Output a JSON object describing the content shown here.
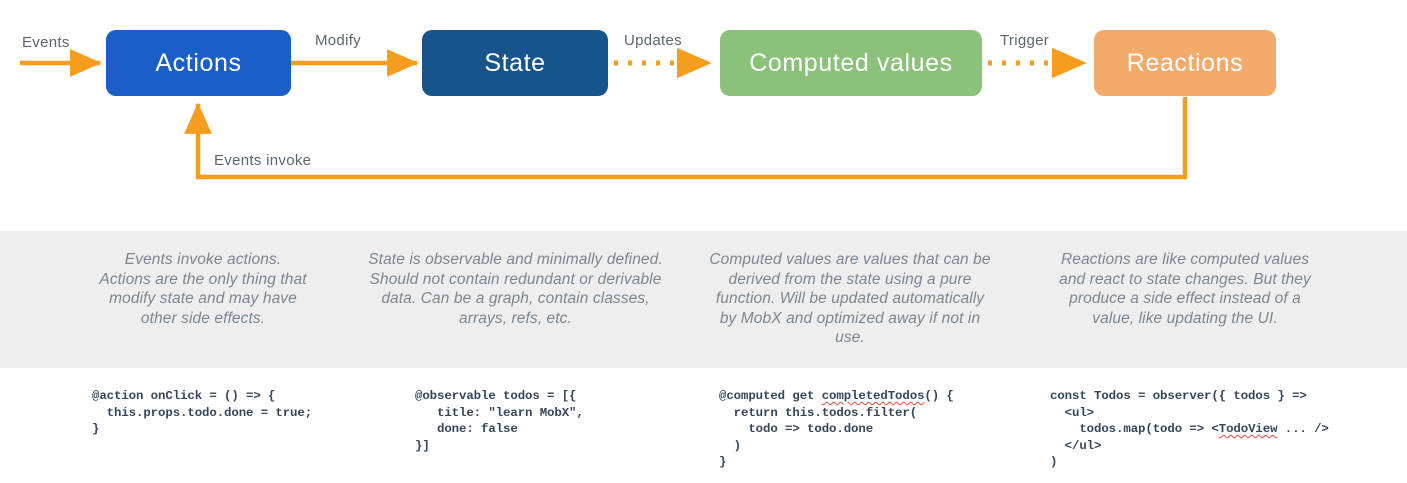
{
  "diagram": {
    "title": "MobX core concepts flow",
    "colors": {
      "actions": "#1a5fc8",
      "state": "#18548c",
      "computed": "#8cc17c",
      "reactions": "#f2ab6b",
      "arrow": "#f79d1e",
      "band": "#eeeeee",
      "label_text": "#5b6670",
      "description_text": "#7b8792",
      "code_text": "#36465a",
      "spellcheck_underline": "#e04a3f"
    },
    "nodes": [
      {
        "id": "actions",
        "label": "Actions"
      },
      {
        "id": "state",
        "label": "State"
      },
      {
        "id": "computed",
        "label": "Computed values"
      },
      {
        "id": "reactions",
        "label": "Reactions"
      }
    ],
    "edges": [
      {
        "id": "events",
        "label": "Events",
        "style": "solid"
      },
      {
        "id": "modify",
        "label": "Modify",
        "style": "solid"
      },
      {
        "id": "updates",
        "label": "Updates",
        "style": "dotted"
      },
      {
        "id": "trigger",
        "label": "Trigger",
        "style": "dotted"
      },
      {
        "id": "events-invoke",
        "label": "Events invoke",
        "style": "solid"
      }
    ]
  },
  "descriptions": [
    {
      "id": "actions-desc",
      "text": "Events invoke actions. Actions are the only thing that modify state and may have other side effects."
    },
    {
      "id": "state-desc",
      "text": "State is observable and minimally defined. Should not contain redundant or derivable data. Can be a graph, contain classes, arrays, refs, etc."
    },
    {
      "id": "computed-desc",
      "text": "Computed values are values that can be derived from the state using a pure function. Will be updated automatically by MobX and optimized away if not in use."
    },
    {
      "id": "reactions-desc",
      "text": "Reactions are like computed values and react to state changes. But they produce a side effect instead of a value, like updating the UI."
    }
  ],
  "code_samples": [
    {
      "id": "actions-code",
      "lines": [
        "@action onClick = () => {",
        "  this.props.todo.done = true;",
        "}"
      ]
    },
    {
      "id": "state-code",
      "lines": [
        "@observable todos = [{",
        "   title: \"learn MobX\",",
        "   done: false",
        "}]"
      ]
    },
    {
      "id": "computed-code",
      "lines": [
        "@computed get completedTodos() {",
        "  return this.todos.filter(",
        "    todo => todo.done",
        "  )",
        "}"
      ],
      "misspelled": "completedTodos"
    },
    {
      "id": "reactions-code",
      "lines": [
        "const Todos = observer({ todos } =>",
        "  <ul>",
        "    todos.map(todo => <TodoView ... />",
        "  </ul>",
        ")"
      ],
      "misspelled": "TodoView"
    }
  ]
}
